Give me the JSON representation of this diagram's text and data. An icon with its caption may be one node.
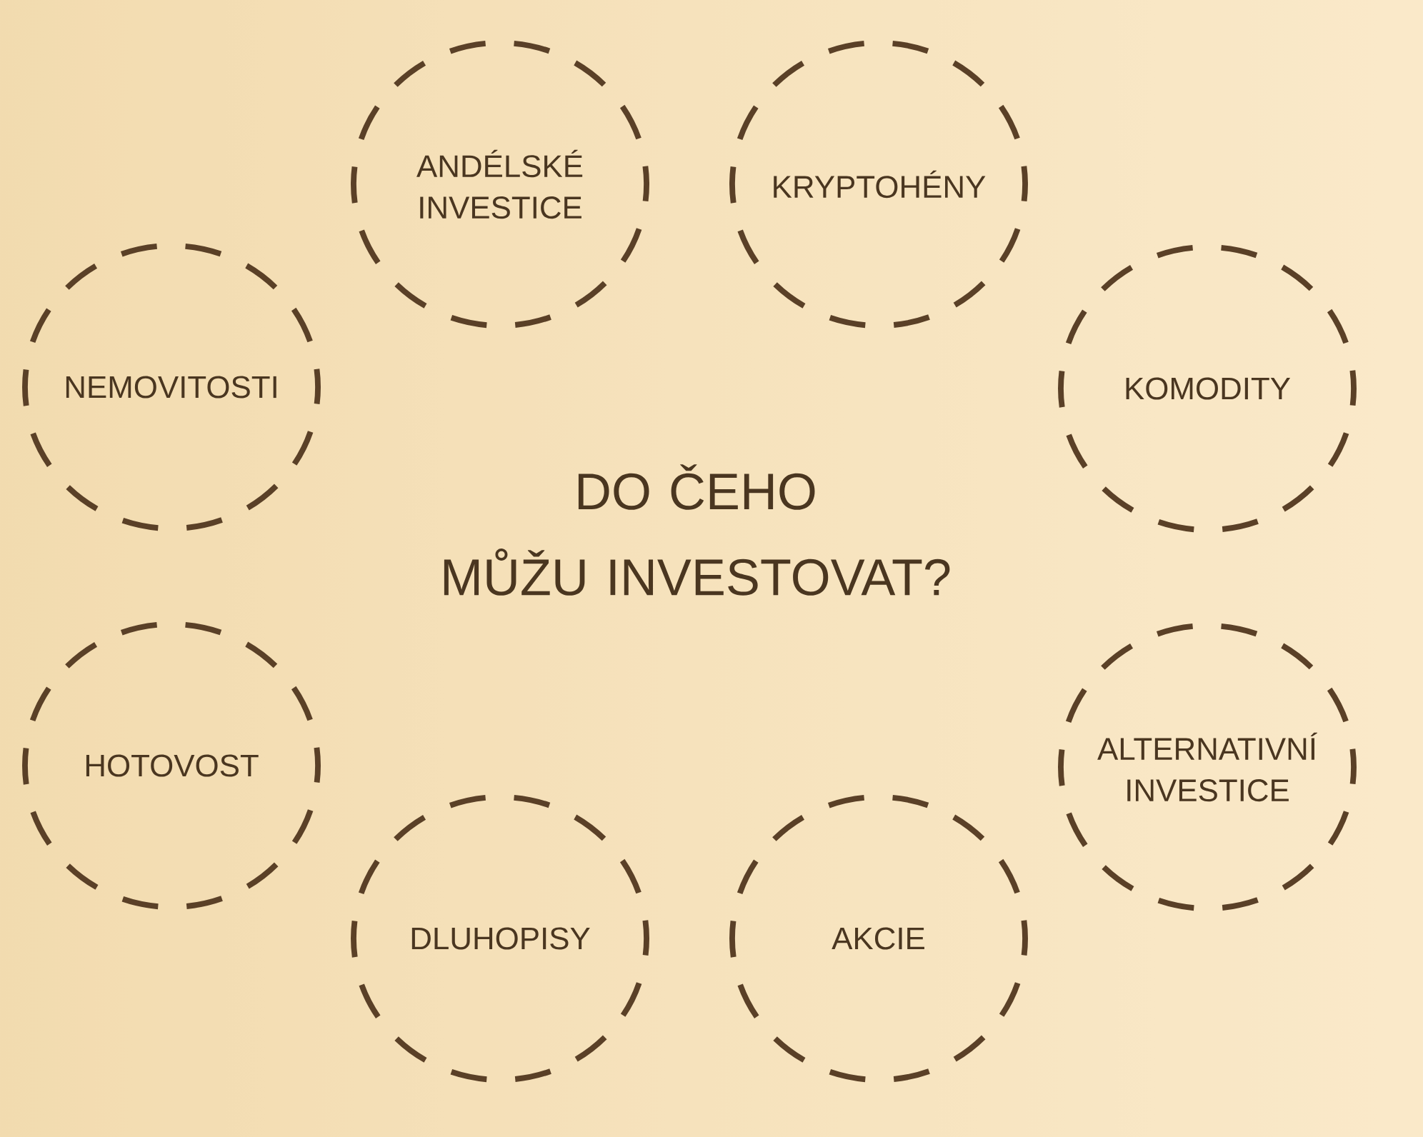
{
  "diagram": {
    "title": "DO ČEHO MŮŽU INVESTOVAT?",
    "nodes": [
      {
        "text": [
          "ANDÉLSKÉ INVESTICE"
        ]
      },
      {
        "text": [
          "KRYPTOHÉNY"
        ]
      },
      {
        "text": [
          "NEMOVITOSTI"
        ]
      },
      {
        "text": [
          "KOMODITY"
        ]
      },
      {
        "text": [
          "HOTOVOST"
        ]
      },
      {
        "text": [
          "ALTERNATIVNÍ INVESTICE"
        ]
      },
      {
        "text": [
          "DLUHOPISY"
        ]
      },
      {
        "text": [
          "AKCIE"
        ]
      }
    ]
  }
}
